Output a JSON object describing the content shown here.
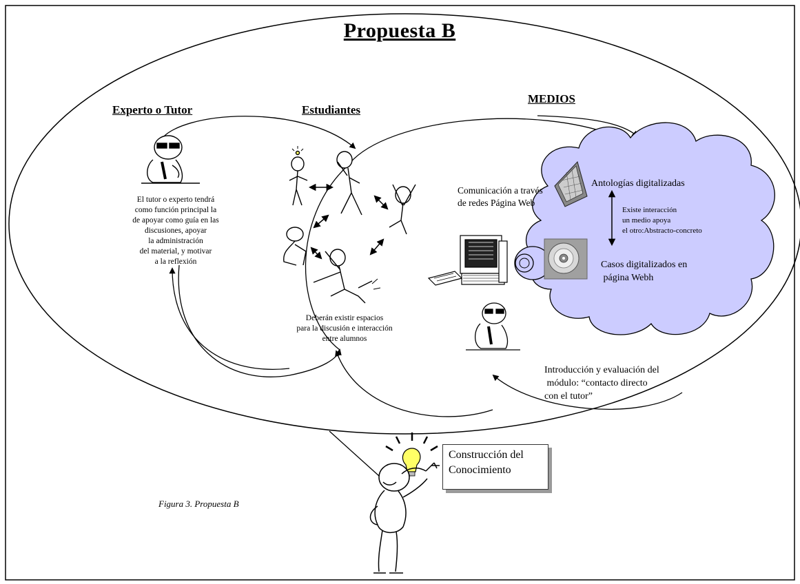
{
  "title": "Propuesta  B",
  "headings": {
    "expert": "Experto o Tutor",
    "students": "Estudiantes",
    "media": "MEDIOS"
  },
  "tutor_text": [
    "El tutor o experto tendrá",
    "como función principal la",
    "de apoyar como guía en las",
    "discusiones, apoyar",
    "la administración",
    "del material, y motivar",
    "a la reflexión"
  ],
  "students_text": [
    "Deberán existir espacios",
    "para la discusión e interacción",
    "entre alumnos"
  ],
  "communication_text": [
    "Comunicación a través",
    "de redes Página Web"
  ],
  "cloud": {
    "anthologies": "Antologías digitalizadas",
    "interaction": [
      "Existe interacción",
      "un medio apoya",
      "el otro:Abstracto-concreto"
    ],
    "cases": [
      "Casos digitalizados en",
      " página Webh"
    ]
  },
  "intro_text": [
    "Introducción y evaluación del",
    " módulo: “contacto directo",
    "con el tutor”"
  ],
  "knowledge_box": [
    "Construcción del",
    "Conocimiento"
  ],
  "caption": "Figura 3. Propuesta B",
  "colors": {
    "cloud_fill": "#ccccff",
    "bulb": "#ffff66",
    "frame": "#000000"
  }
}
